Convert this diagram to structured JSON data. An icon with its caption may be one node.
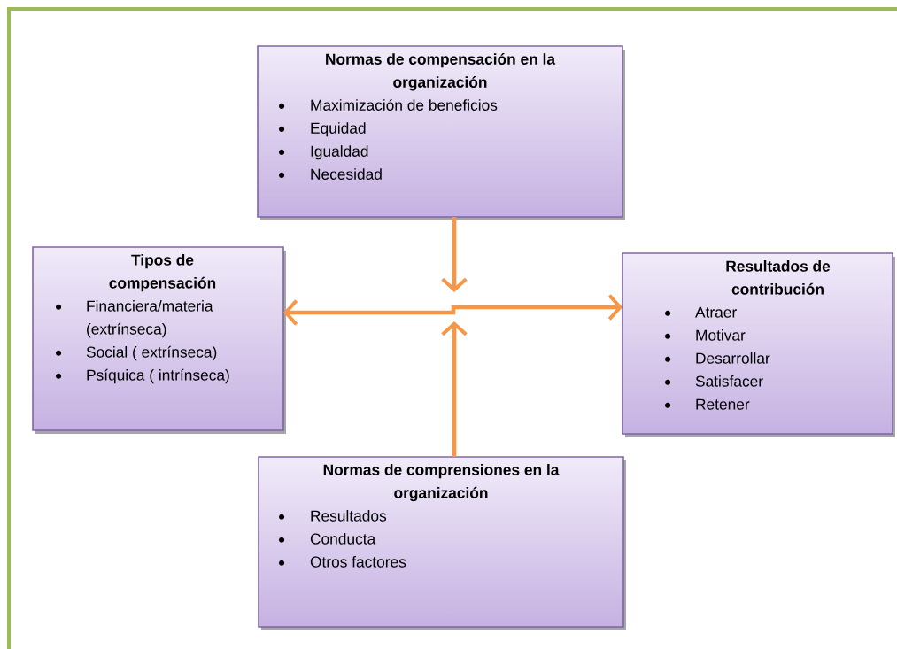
{
  "diagram": {
    "nodes": [
      {
        "text": [
          "Normas de compensación en la organización",
          "Maximización de beneficios",
          "Equidad",
          "Igualdad",
          "Necesidad"
        ]
      },
      {
        "text": [
          "Tipos de compensación",
          "Financiera/materia (extrínseca)",
          "Social ( extrínseca)",
          "Psíquica ( intrínseca)"
        ]
      },
      {
        "text": [
          "Resultados de contribución",
          "Atraer",
          "Motivar",
          "Desarrollar",
          "Satisfacer",
          "Retener"
        ]
      },
      {
        "text": [
          "Normas de comprensiones en la organización",
          "Resultados",
          "Conducta",
          "Otros factores"
        ]
      }
    ],
    "edges": [
      {
        "from": 0,
        "to": null,
        "arrow": "to"
      },
      {
        "from": 1,
        "to": 2,
        "arrow": "both"
      },
      {
        "from": 3,
        "to": null,
        "arrow": "to"
      }
    ]
  }
}
